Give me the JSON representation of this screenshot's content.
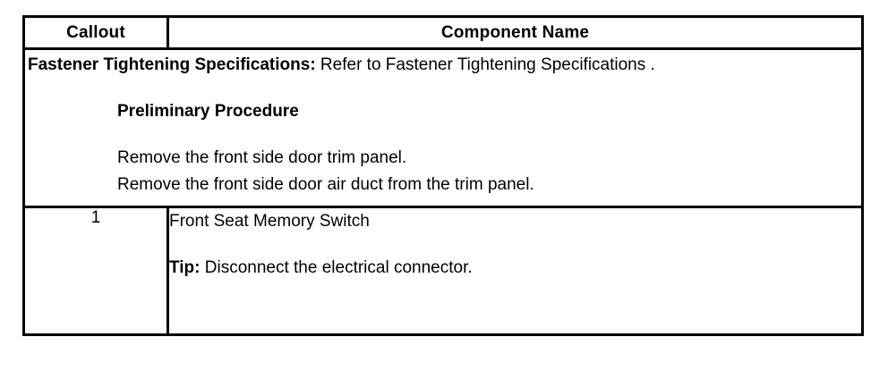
{
  "document": {
    "type": "service-procedure-table"
  },
  "table": {
    "headers": {
      "callout": "Callout",
      "component_name": "Component Name"
    },
    "rows": [
      {
        "kind": "full-width-note",
        "fastener_label": "Fastener Tightening Specifications:",
        "fastener_text": " Refer to Fastener Tightening Specifications .",
        "preliminary_heading": "Preliminary Procedure",
        "steps": [
          "Remove the front side door trim panel.",
          "Remove the front side door air duct from the trim panel."
        ]
      },
      {
        "kind": "callout-row",
        "callout": "1",
        "component_name": "Front Seat Memory Switch",
        "tip_label": "Tip:",
        "tip_text": " Disconnect the electrical connector."
      }
    ]
  }
}
